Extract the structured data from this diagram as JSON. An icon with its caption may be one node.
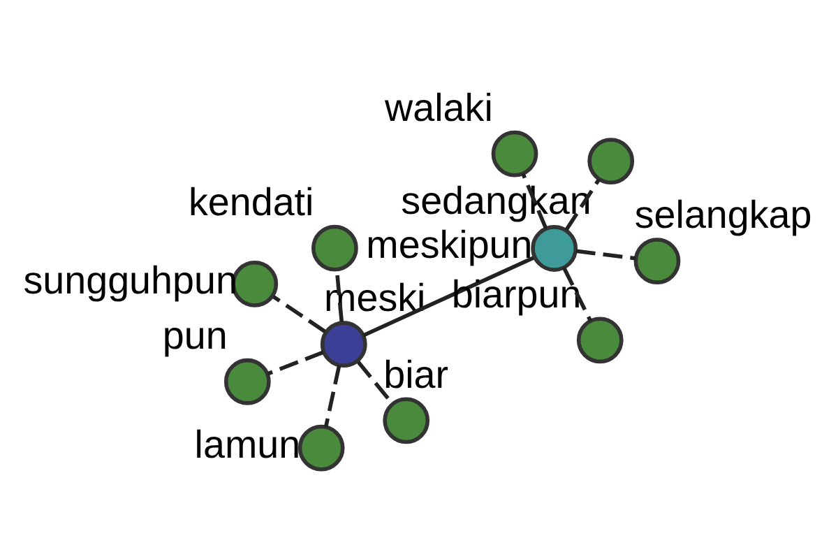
{
  "diagram": {
    "nodes": [
      {
        "text": [
          "pun"
        ]
      },
      {
        "text": [
          "sedangkan"
        ]
      },
      {
        "text": [
          "lamun"
        ]
      },
      {
        "text": [
          "walaki"
        ]
      },
      {
        "text": [
          "kendati"
        ]
      },
      {
        "text": [
          "meskipun"
        ]
      },
      {
        "text": [
          "meski"
        ]
      },
      {
        "text": [
          "selangkap"
        ]
      },
      {
        "text": [
          "sungguhpun"
        ]
      },
      {
        "text": [
          "biarpun"
        ]
      },
      {
        "text": [
          "biar"
        ]
      }
    ],
    "edges": [
      {
        "from": 5,
        "to": 6,
        "arrow": "none"
      },
      {
        "from": 5,
        "to": 1,
        "arrow": "none",
        "style": "dashed"
      },
      {
        "from": 5,
        "to": 3,
        "arrow": "none",
        "style": "dashed"
      },
      {
        "from": 5,
        "to": 7,
        "arrow": "none",
        "style": "dashed"
      },
      {
        "from": 5,
        "to": 9,
        "arrow": "none",
        "style": "dashed"
      },
      {
        "from": 6,
        "to": 0,
        "arrow": "none",
        "style": "dashed"
      },
      {
        "from": 6,
        "to": 2,
        "arrow": "none",
        "style": "dashed"
      },
      {
        "from": 6,
        "to": 4,
        "arrow": "none",
        "style": "dashed"
      },
      {
        "from": 6,
        "to": 8,
        "arrow": "none",
        "style": "dashed"
      },
      {
        "from": 6,
        "to": 10,
        "arrow": "none",
        "style": "dashed"
      }
    ]
  }
}
